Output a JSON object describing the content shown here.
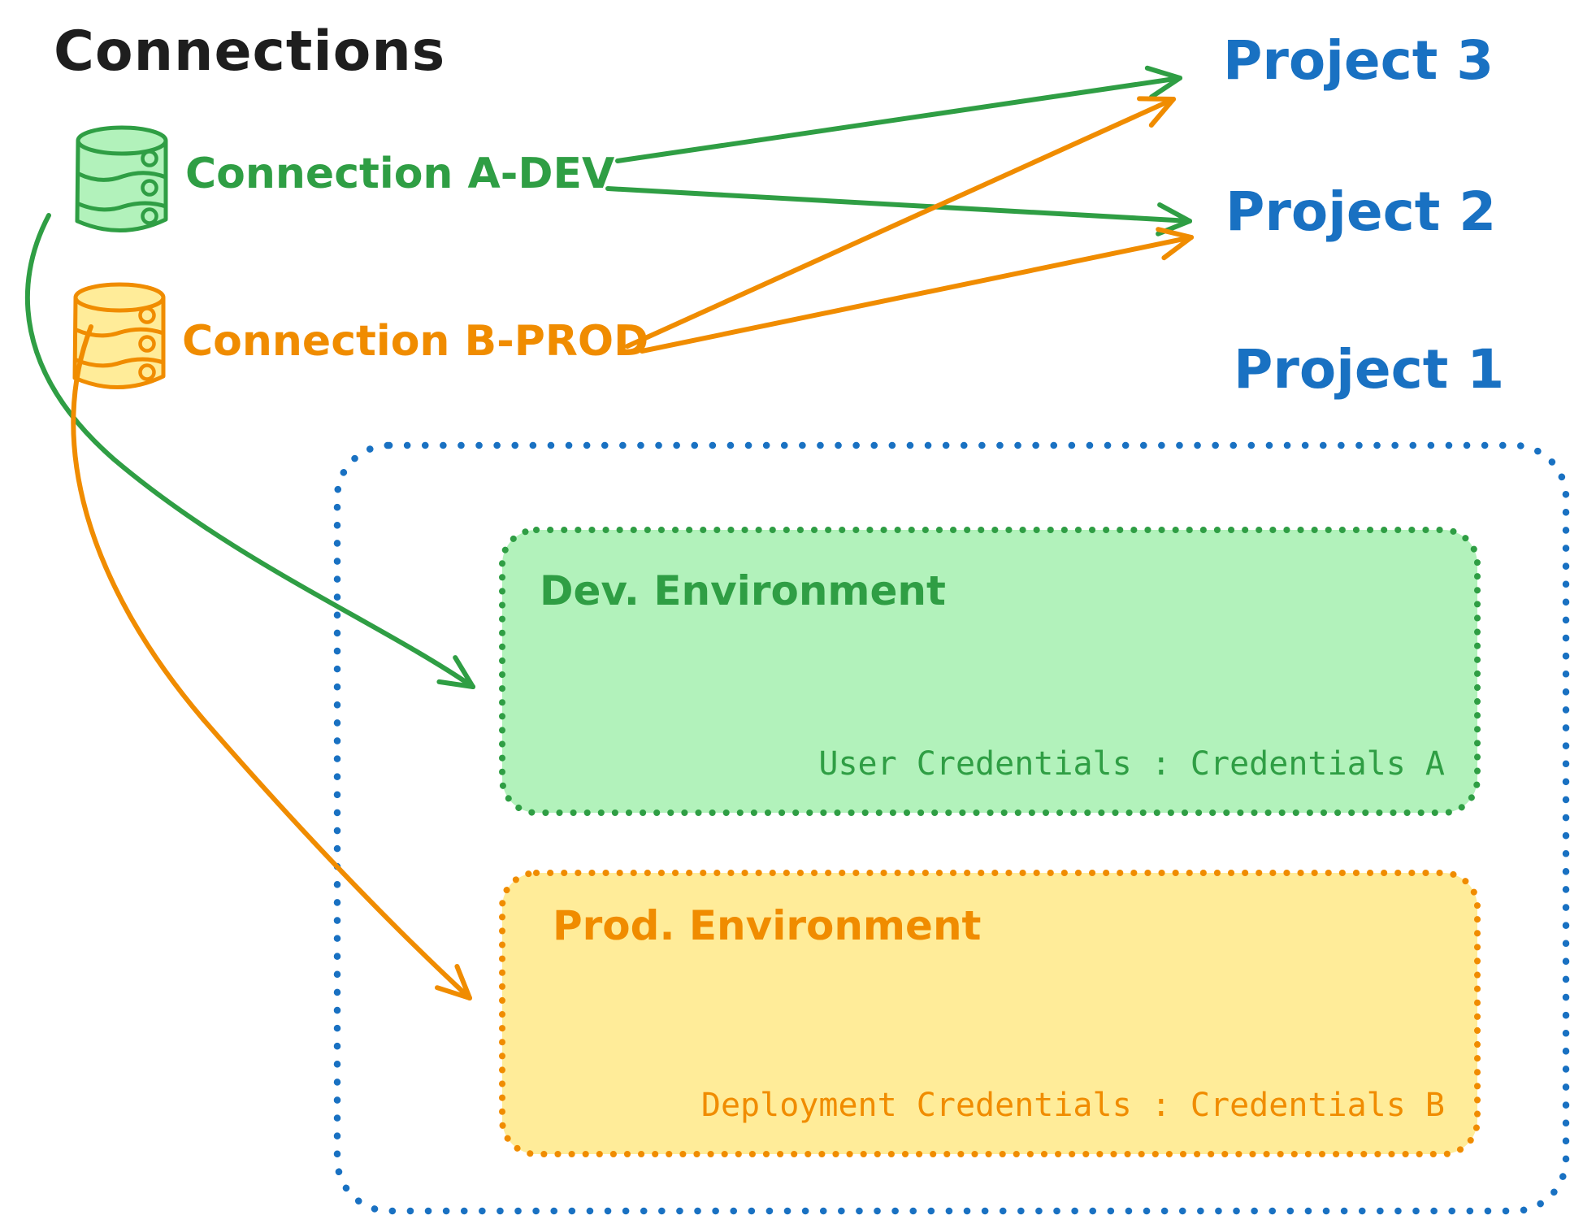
{
  "title": "Connections",
  "palette": {
    "black": "#1e1e1e",
    "green": "#2f9e44",
    "green_fill": "#b2f2bb",
    "orange": "#f08c00",
    "orange_fill": "#ffec99",
    "blue": "#1971c2"
  },
  "connections": [
    {
      "label": "Connection A-DEV",
      "icon": "database-icon",
      "color": "#2f9e44"
    },
    {
      "label": "Connection B-PROD",
      "icon": "database-icon",
      "color": "#f08c00"
    }
  ],
  "projects": [
    {
      "label": "Project 3"
    },
    {
      "label": "Project 2"
    },
    {
      "label": "Project 1"
    }
  ],
  "environments": [
    {
      "title": "Dev. Environment",
      "credentials": "User Credentials : Credentials A",
      "color": "#2f9e44",
      "fill": "#b2f2bb"
    },
    {
      "title": "Prod. Environment",
      "credentials": "Deployment Credentials : Credentials B",
      "color": "#f08c00",
      "fill": "#ffec99"
    }
  ],
  "relations": [
    {
      "from": "Connection A-DEV",
      "to": "Project 3"
    },
    {
      "from": "Connection A-DEV",
      "to": "Project 2"
    },
    {
      "from": "Connection A-DEV",
      "to": "Dev. Environment"
    },
    {
      "from": "Connection B-PROD",
      "to": "Project 3"
    },
    {
      "from": "Connection B-PROD",
      "to": "Project 2"
    },
    {
      "from": "Connection B-PROD",
      "to": "Prod. Environment"
    }
  ]
}
